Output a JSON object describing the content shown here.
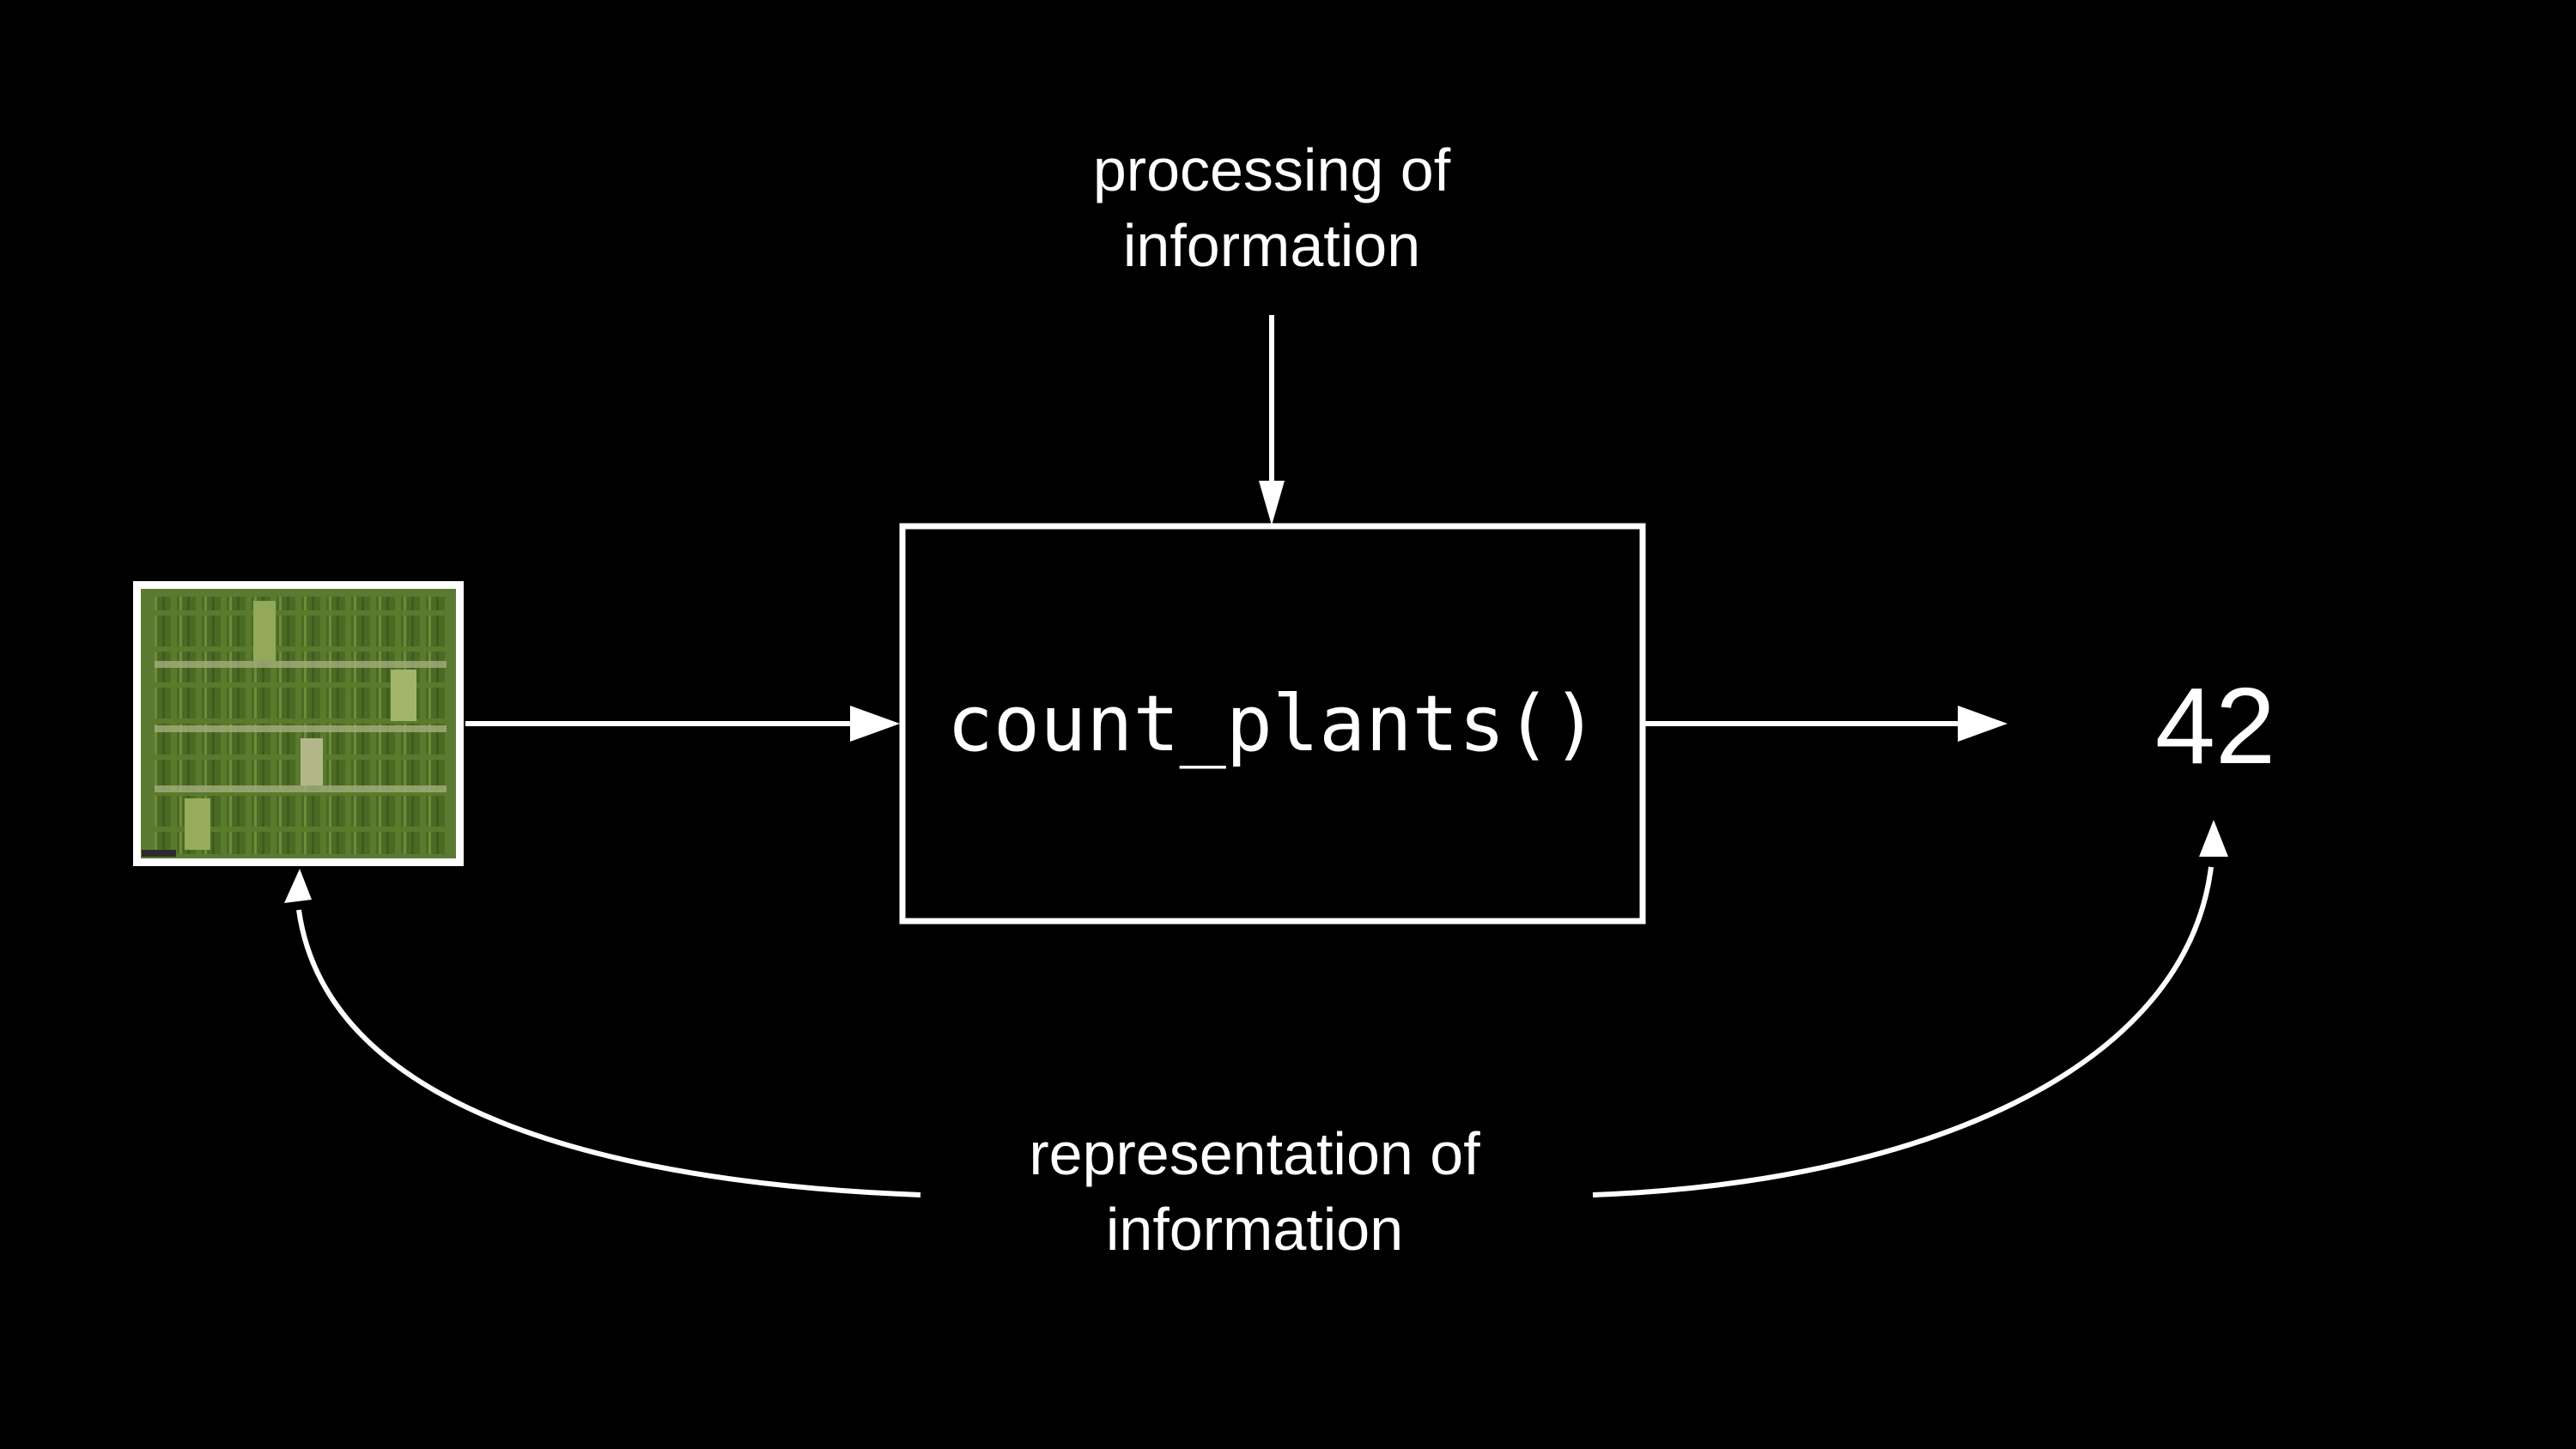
{
  "diagram": {
    "processing_label": {
      "line1": "processing of",
      "line2": "information"
    },
    "function_name": "count_plants()",
    "output_value": "42",
    "representation_label": {
      "line1": "representation of",
      "line2": "information"
    },
    "input_image": {
      "icon": "aerial-field-plots-image",
      "frame_color": "#ffffff",
      "field_color": "#4f6b2a"
    },
    "colors": {
      "background": "#000000",
      "foreground": "#ffffff"
    }
  }
}
